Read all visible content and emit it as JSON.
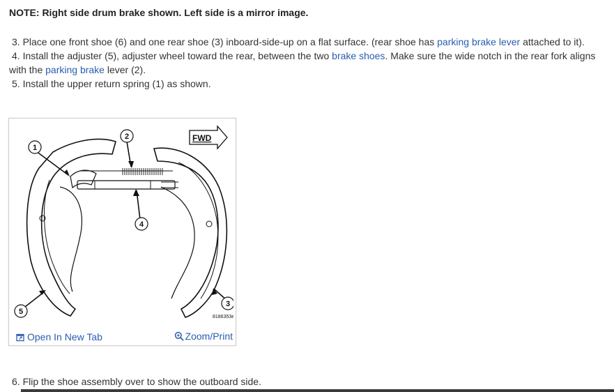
{
  "note": {
    "text": "NOTE:  Right side drum brake shown. Left side is a mirror image."
  },
  "steps": {
    "step3": {
      "prefix": "3. Place one front shoe (6) and one rear shoe (3) inboard-side-up on a flat surface. (rear shoe has ",
      "link": "parking brake lever",
      "suffix": " attached to it)."
    },
    "step4": {
      "prefix": "4. Install the adjuster (5), adjuster wheel toward the rear, between the two ",
      "link1": "brake shoes",
      "middle": ". Make sure the wide notch in the rear fork aligns with the ",
      "link2": "parking brake",
      "suffix": " lever (2)."
    },
    "step5": {
      "text": "5. Install the upper return spring (1) as shown."
    },
    "step6": {
      "text": "6. Flip the shoe assembly over to show the outboard side."
    }
  },
  "figure": {
    "callouts": [
      "1",
      "2",
      "3",
      "4",
      "5"
    ],
    "fwd_label": "FWD",
    "code": "8186353e",
    "open_tab_label": "Open In New Tab",
    "zoom_label": "Zoom/Print"
  },
  "colors": {
    "link": "#2a5db0",
    "text": "#333333"
  },
  "icons": {
    "open_tab": "external-window-icon",
    "zoom": "magnifier-icon"
  }
}
